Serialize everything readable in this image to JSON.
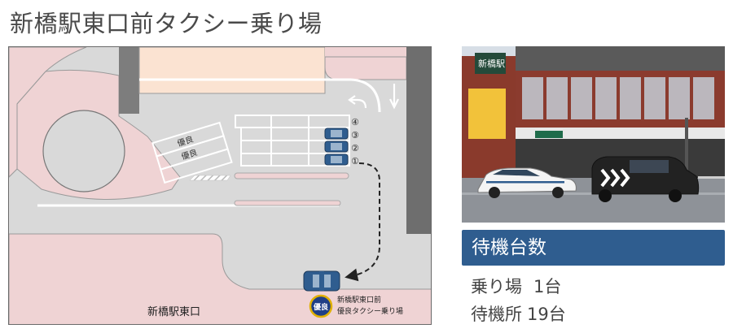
{
  "page": {
    "title": "新橋駅東口前タクシー乗り場"
  },
  "map": {
    "stall_labels": [
      "④",
      "③",
      "②",
      "①"
    ],
    "priority_label_1": "優良",
    "priority_label_2": "優良",
    "area_label": "新橋駅東口",
    "logo_text": "優良",
    "legend_line1": "新橋駅東口前",
    "legend_line2": "優良タクシー乗り場",
    "colors": {
      "road": "#d9d9d9",
      "sidewalk": "#efd3d4",
      "building": "#fbe3d2",
      "wall": "#6e6e6e",
      "car": "#2f5d8f"
    }
  },
  "photo": {
    "sign_text": "新橋駅",
    "colors": {
      "brick": "#8a3a2c",
      "yellow_board": "#f2c23a",
      "white_taxi": "#f4f4f4",
      "black_taxi": "#222222"
    }
  },
  "panel": {
    "header": "待機台数",
    "rows": [
      {
        "label": "乗り場",
        "value": "1台"
      },
      {
        "label": "待機所",
        "value": "19台"
      }
    ]
  }
}
